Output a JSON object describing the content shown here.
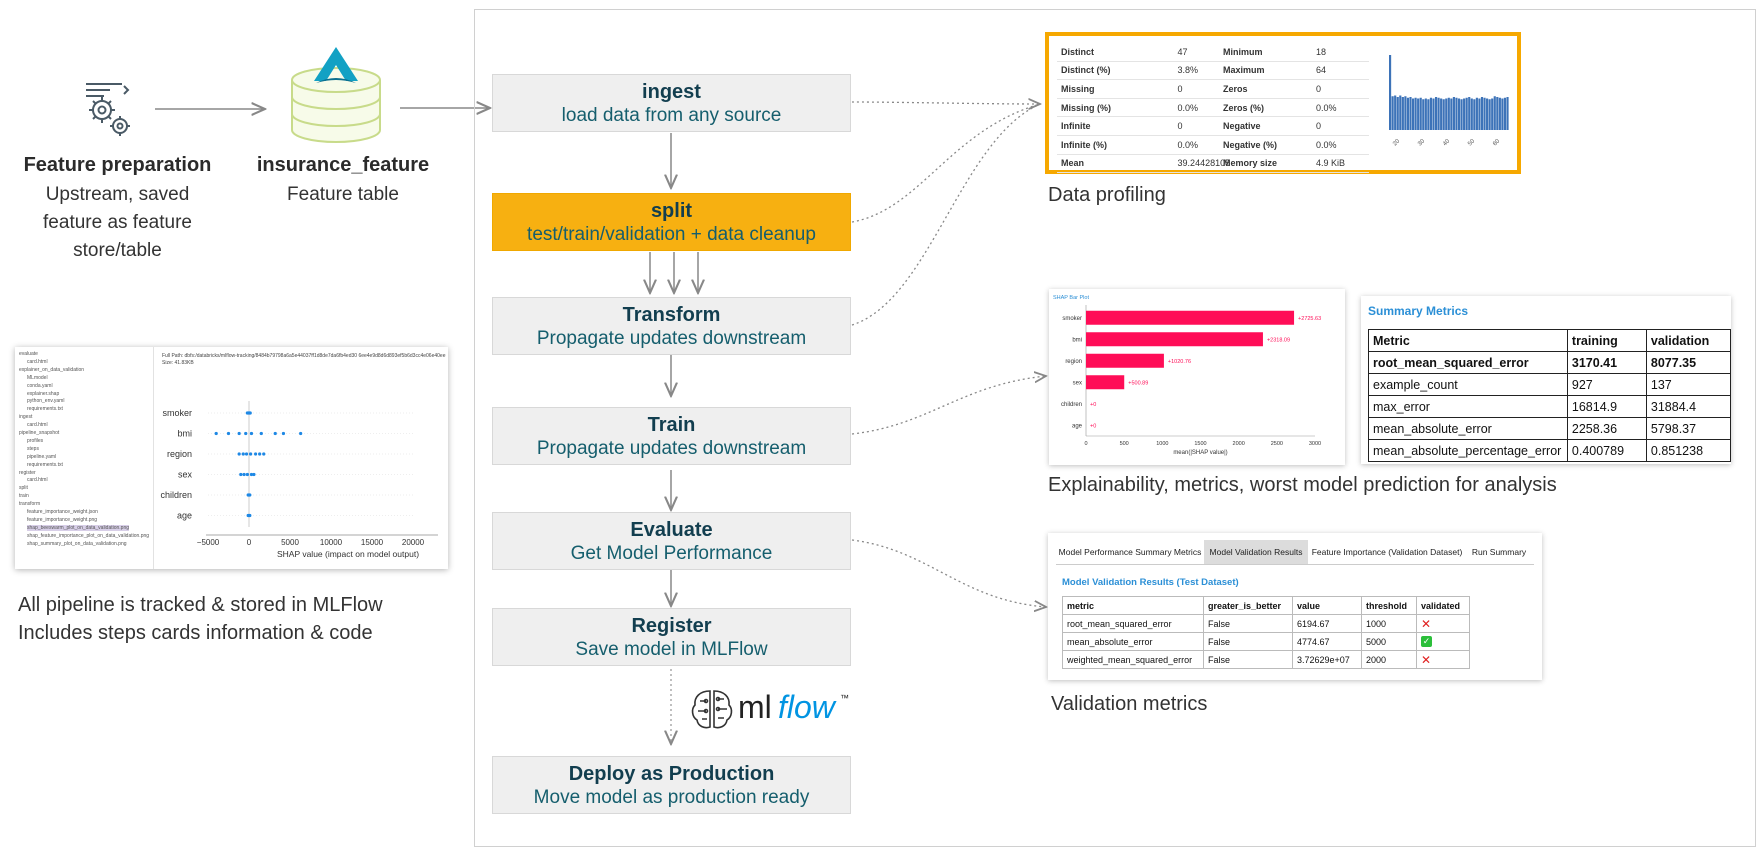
{
  "upstream": {
    "feature_prep": {
      "title": "Feature preparation",
      "lines": [
        "Upstream, saved",
        "feature as feature",
        "store/table"
      ],
      "icon": "gears-icon"
    },
    "feature_table": {
      "title": "insurance_feature",
      "subtitle": "Feature table",
      "icon": "database-icon"
    }
  },
  "pipeline": {
    "steps": [
      {
        "title": "ingest",
        "subtitle": "load data from any source",
        "highlighted": false
      },
      {
        "title": "split",
        "subtitle": "test/train/validation + data cleanup",
        "highlighted": true
      },
      {
        "title": "Transform",
        "subtitle": "Propagate updates downstream",
        "highlighted": false
      },
      {
        "title": "Train",
        "subtitle": "Propagate updates downstream",
        "highlighted": false
      },
      {
        "title": "Evaluate",
        "subtitle": "Get Model Performance",
        "highlighted": false
      },
      {
        "title": "Register",
        "subtitle": "Save model in MLFlow",
        "highlighted": false
      },
      {
        "title": "Deploy as Production",
        "subtitle": "Move model as production ready",
        "highlighted": false
      }
    ],
    "mlflow_logo": {
      "text_ml": "ml",
      "text_flow": "flow",
      "tm": "™",
      "icon": "brain-icon"
    }
  },
  "captions": {
    "profiling": "Data profiling",
    "explain": "Explainability, metrics, worst model prediction for analysis",
    "validation": "Validation metrics",
    "mlflow_line1": "All pipeline is tracked & stored in MLFlow",
    "mlflow_line2": "Includes steps cards information & code"
  },
  "profile": {
    "left": [
      [
        "Distinct",
        "47"
      ],
      [
        "Distinct (%)",
        "3.8%"
      ],
      [
        "Missing",
        "0"
      ],
      [
        "Missing (%)",
        "0.0%"
      ],
      [
        "Infinite",
        "0"
      ],
      [
        "Infinite (%)",
        "0.0%"
      ],
      [
        "Mean",
        "39.24428105"
      ]
    ],
    "right": [
      [
        "Minimum",
        "18"
      ],
      [
        "Maximum",
        "64"
      ],
      [
        "Zeros",
        "0"
      ],
      [
        "Zeros (%)",
        "0.0%"
      ],
      [
        "Negative",
        "0"
      ],
      [
        "Negative (%)",
        "0.0%"
      ],
      [
        "Memory size",
        "4.9 KiB"
      ]
    ],
    "hist_ticks": [
      "20",
      "30",
      "40",
      "50",
      "60"
    ],
    "hist_values": [
      100,
      45,
      46,
      44,
      46,
      44,
      45,
      43,
      44,
      42,
      43,
      42,
      43,
      41,
      42,
      41,
      43,
      42,
      44,
      43,
      42,
      41,
      42,
      43,
      42,
      44,
      43,
      42,
      41,
      42,
      43,
      44,
      42,
      41,
      43,
      42,
      44,
      43,
      42,
      41,
      42,
      45,
      44,
      43,
      42,
      43,
      44
    ]
  },
  "shap_bar": {
    "title": "SHAP Bar Plot",
    "xlabel": "mean(|SHAP value|)",
    "xticks": [
      "0",
      "500",
      "1000",
      "1500",
      "2000",
      "2500",
      "3000"
    ],
    "features": [
      "smoker",
      "bmi",
      "region",
      "sex",
      "children",
      "age"
    ],
    "values": [
      2725.63,
      2318.09,
      1020.76,
      500.89,
      0,
      0
    ],
    "labels": [
      "+2725.63",
      "+2318.09",
      "+1020.76",
      "+500.89",
      "+0",
      "+0"
    ],
    "xlim": [
      0,
      3000
    ],
    "color": "#ff0d57"
  },
  "summary_metrics": {
    "title": "Summary Metrics",
    "header": [
      "Metric",
      "training",
      "validation"
    ],
    "rows": [
      [
        "root_mean_squared_error",
        "3170.41",
        "8077.35"
      ],
      [
        "example_count",
        "927",
        "137"
      ],
      [
        "max_error",
        "16814.9",
        "31884.4"
      ],
      [
        "mean_absolute_error",
        "2258.36",
        "5798.37"
      ],
      [
        "mean_absolute_percentage_error",
        "0.400789",
        "0.851238"
      ]
    ]
  },
  "validation": {
    "tabs": [
      "Model Performance Summary Metrics",
      "Model Validation Results",
      "Feature Importance (Validation Dataset)",
      "Run Summary"
    ],
    "title": "Model Validation Results (Test Dataset)",
    "header": [
      "metric",
      "greater_is_better",
      "value",
      "threshold",
      "validated"
    ],
    "rows": [
      [
        "root_mean_squared_error",
        "False",
        "6194.67",
        "1000",
        "fail"
      ],
      [
        "mean_absolute_error",
        "False",
        "4774.67",
        "5000",
        "pass"
      ],
      [
        "weighted_mean_squared_error",
        "False",
        "3.72629e+07",
        "2000",
        "fail"
      ]
    ]
  },
  "mlflow_shot": {
    "header_line1": "Full Path: dbfs:/databricks/mlflow-tracking/8484b79798a6a5e44037ff1d8de7da6fb4ed30 6ee4e9d8d6d893ef5b6d3cc4e06e40ee",
    "header_line2": "Size: 41.83KB",
    "tree": [
      "evaluate",
      "card.html",
      "explainer_on_data_validation",
      "MLmodel",
      "conda.yaml",
      "explainer.shap",
      "python_env.yaml",
      "requirements.txt",
      "ingest",
      "card.html",
      "pipeline_snapshot",
      "profiles",
      "steps",
      "pipeline.yaml",
      "requirements.txt",
      "register",
      "card.html",
      "split",
      "train",
      "transform",
      "feature_importance_weight.json",
      "feature_importance_weight.png",
      "shap_beeswarm_plot_on_data_validation.png",
      "shap_feature_importance_plot_on_data_validation.png",
      "shap_summary_plot_on_data_validation.png"
    ],
    "features": [
      "smoker",
      "bmi",
      "region",
      "sex",
      "children",
      "age"
    ],
    "xticks": [
      "−5000",
      "0",
      "5000",
      "10000",
      "15000",
      "20000"
    ],
    "xlabel": "SHAP value (impact on model output)"
  }
}
